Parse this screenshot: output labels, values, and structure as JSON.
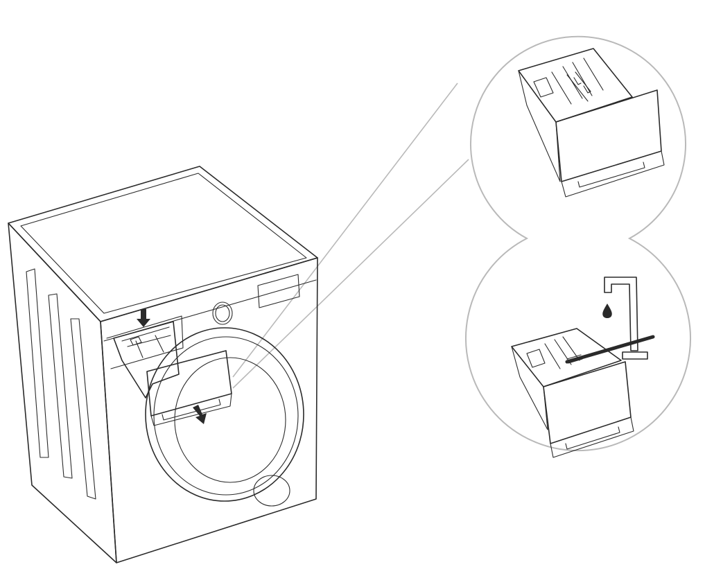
{
  "figure": {
    "scenes": {
      "washer": {
        "icon": "washing-machine-with-open-detergent-drawer"
      },
      "detail_top": {
        "icon": "detergent-drawer-removed"
      },
      "detail_bottom": {
        "icon": "detergent-drawer-cleaned-under-tap"
      }
    },
    "arrows": {
      "press": "press-release-tab-arrow",
      "pull": "pull-out-drawer-arrow"
    },
    "colors": {
      "line": "#2a2a2a",
      "callout": "#b9b9b9",
      "background": "#ffffff"
    }
  }
}
